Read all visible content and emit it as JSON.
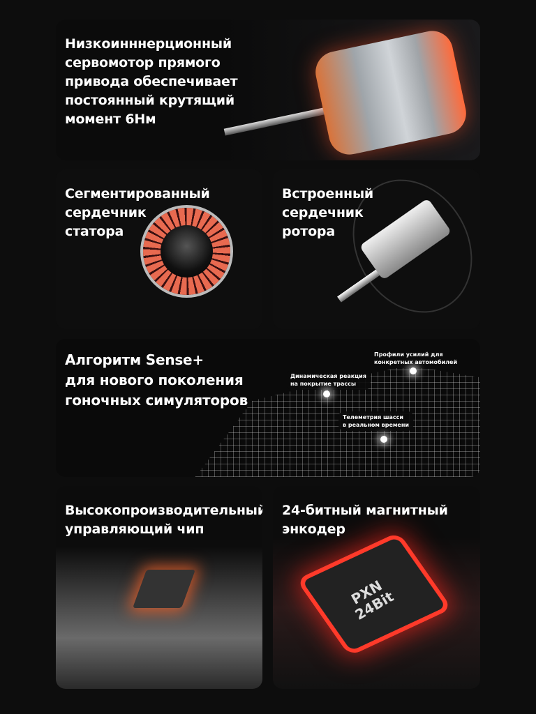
{
  "cards": {
    "servo": {
      "title_lines": [
        "Низкоинннерционный",
        "сервомотор прямого",
        "привода обеспечивает",
        "постоянный крутящий",
        "момент 6Нм"
      ]
    },
    "stator": {
      "title_lines": [
        "Сегментированный",
        "сердечник",
        "статора"
      ]
    },
    "rotor": {
      "title_lines": [
        "Встроенный",
        "сердечник",
        "ротора"
      ]
    },
    "algorithm": {
      "title_lines": [
        "Алгоритм Sense+",
        "для нового поколения",
        "гоночных симуляторов"
      ],
      "tags": [
        {
          "lines": [
            "Профили усилий для",
            "конкретных автомобилей"
          ]
        },
        {
          "lines": [
            "Динамическая реакция",
            "на покрытие трассы"
          ]
        },
        {
          "lines": [
            "Телеметрия шасси",
            "в реальном времени"
          ]
        }
      ]
    },
    "chip": {
      "title_lines": [
        "Высокопроизводительный",
        "управляющий чип"
      ]
    },
    "encoder": {
      "title_lines": [
        "24-битный магнитный",
        "энкодер"
      ],
      "chip_label_lines": [
        "PXN",
        "24Bit"
      ]
    }
  }
}
